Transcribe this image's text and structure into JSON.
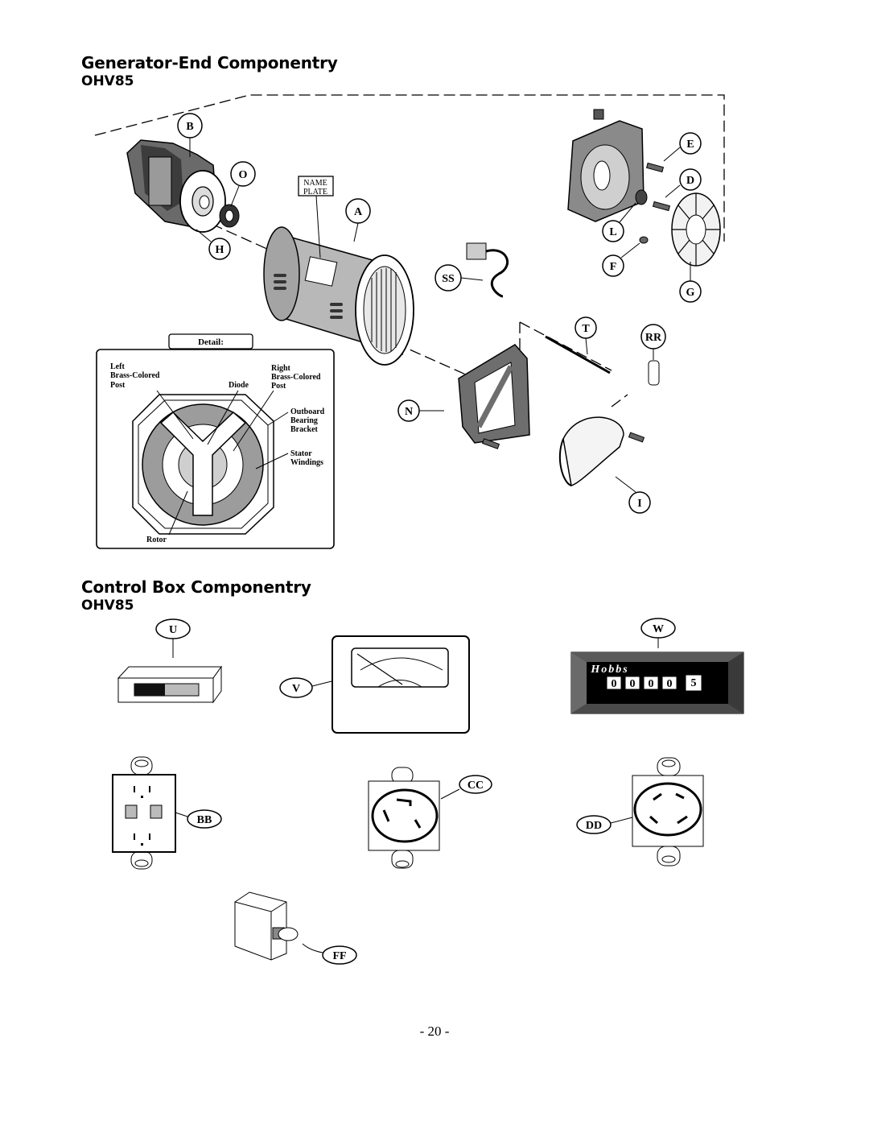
{
  "sections": {
    "generator": {
      "title": "Generator-End Componentry",
      "model": "OHV85"
    },
    "control": {
      "title": "Control Box Componentry",
      "model": "OHV85"
    }
  },
  "callouts": {
    "A": "A",
    "B": "B",
    "O": "O",
    "H": "H",
    "E": "E",
    "D": "D",
    "L": "L",
    "F": "F",
    "G": "G",
    "SS": "SS",
    "T": "T",
    "RR": "RR",
    "N": "N",
    "I": "I",
    "U": "U",
    "V": "V",
    "W": "W",
    "BB": "BB",
    "CC": "CC",
    "DD": "DD",
    "FF": "FF"
  },
  "nameplate": {
    "line1": "NAME",
    "line2": "PLATE"
  },
  "detail": {
    "tab": "Detail:",
    "left_post": [
      "Left",
      "Brass-Colored",
      "Post"
    ],
    "diode": "Diode",
    "right_post": [
      "Right",
      "Brass-Colored",
      "Post"
    ],
    "bracket": [
      "Outboard",
      "Bearing",
      "Bracket"
    ],
    "stator": [
      "Stator",
      "Windings"
    ],
    "rotor": "Rotor"
  },
  "hour_meter": {
    "brand": "Hobbs",
    "digits": [
      "0",
      "0",
      "0",
      "0",
      "5"
    ]
  },
  "page_number": "- 20 -"
}
